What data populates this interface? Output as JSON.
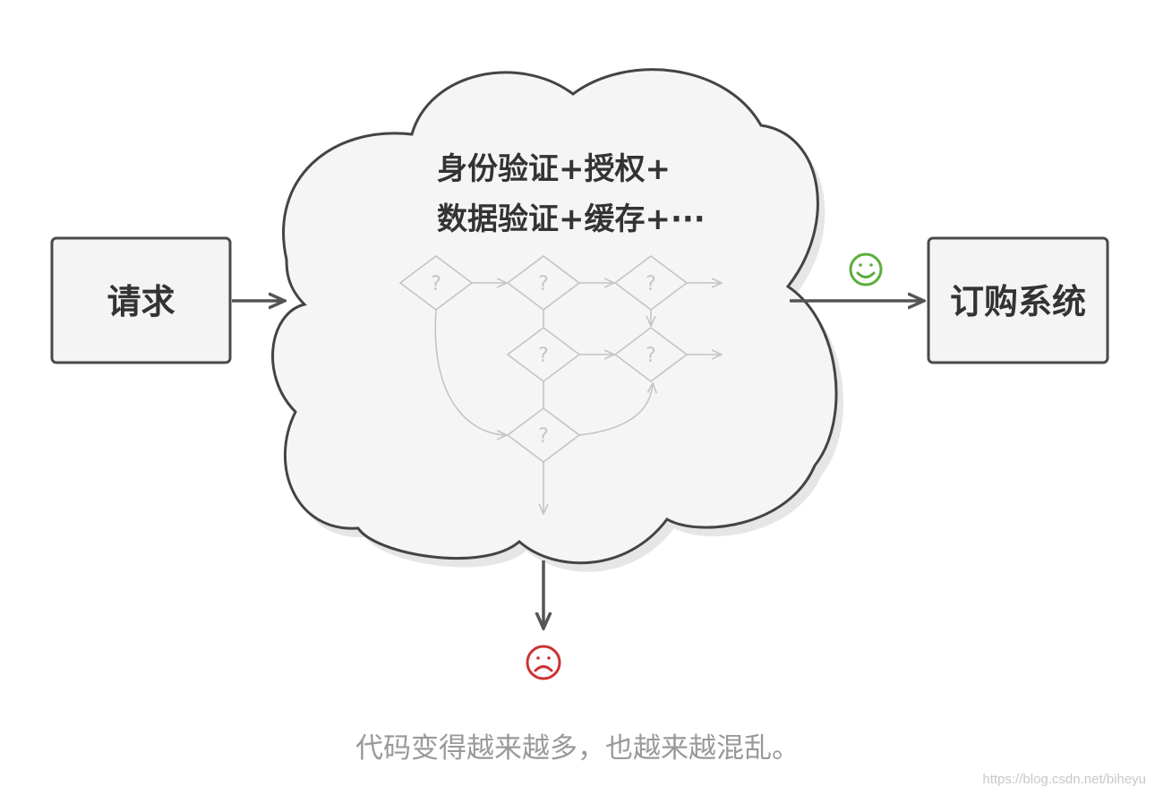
{
  "nodes": {
    "request": {
      "label": "请求"
    },
    "order_system": {
      "label": "订购系统"
    }
  },
  "cloud": {
    "line1": "身份验证+授权+",
    "line2": "数据验证+缓存+···"
  },
  "flowchart": {
    "decision_label": "?"
  },
  "icons": {
    "success": {
      "name": "smiley-face-icon",
      "color": "#5aad3c"
    },
    "failure": {
      "name": "frowning-face-icon",
      "color": "#cc3333"
    }
  },
  "caption": "代码变得越来越多，也越来越混乱。",
  "watermark": "https://blog.csdn.net/biheyu"
}
